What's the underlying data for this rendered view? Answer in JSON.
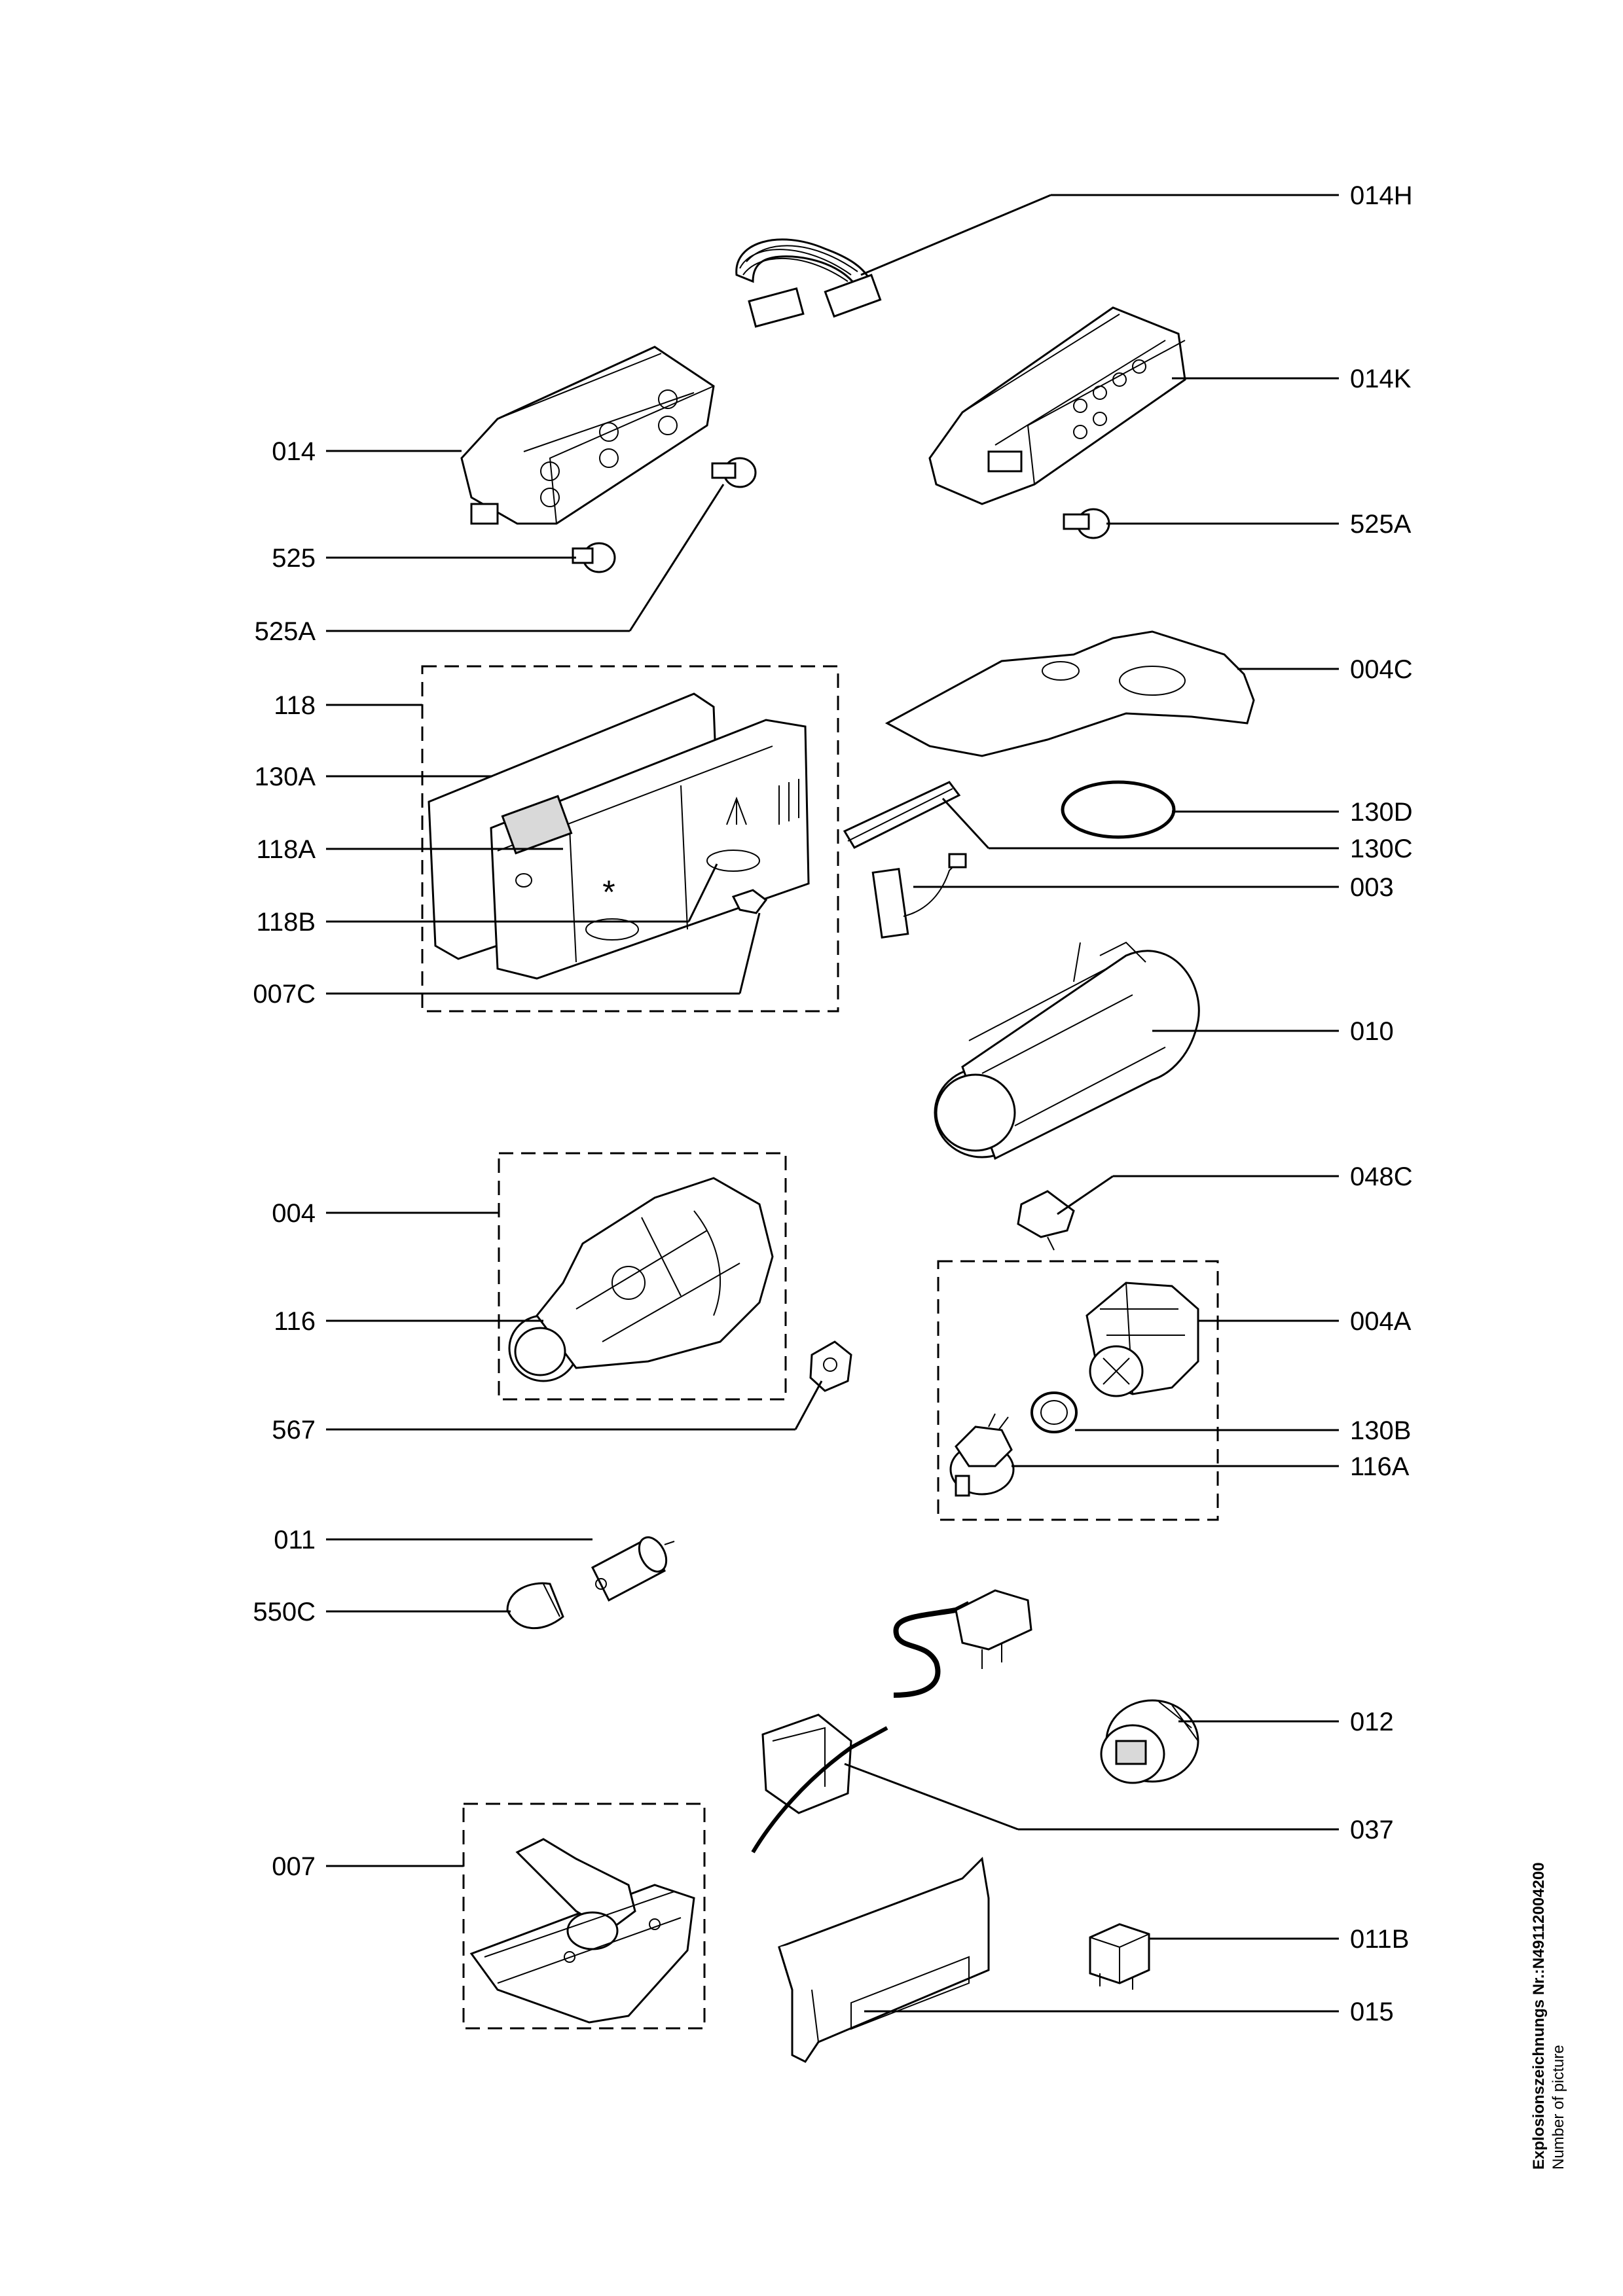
{
  "labels": {
    "l014H": "014H",
    "l014K": "014K",
    "l014": "014",
    "l525": "525",
    "l525A_left": "525A",
    "l525A_right": "525A",
    "l004C": "004C",
    "l118": "118",
    "l130A": "130A",
    "l118A": "118A",
    "l118B": "118B",
    "l007C": "007C",
    "l130D": "130D",
    "l130C": "130C",
    "l003": "003",
    "l010": "010",
    "l004": "004",
    "l048C": "048C",
    "l116": "116",
    "l004A": "004A",
    "l567": "567",
    "l130B": "130B",
    "l116A": "116A",
    "l011": "011",
    "l550C": "550C",
    "l012": "012",
    "l007": "007",
    "l037": "037",
    "l011B": "011B",
    "l015": "015"
  },
  "side_caption": {
    "line1": "Explosionszeichnungs Nr.:N49112004200",
    "line2": "Number of picture"
  }
}
